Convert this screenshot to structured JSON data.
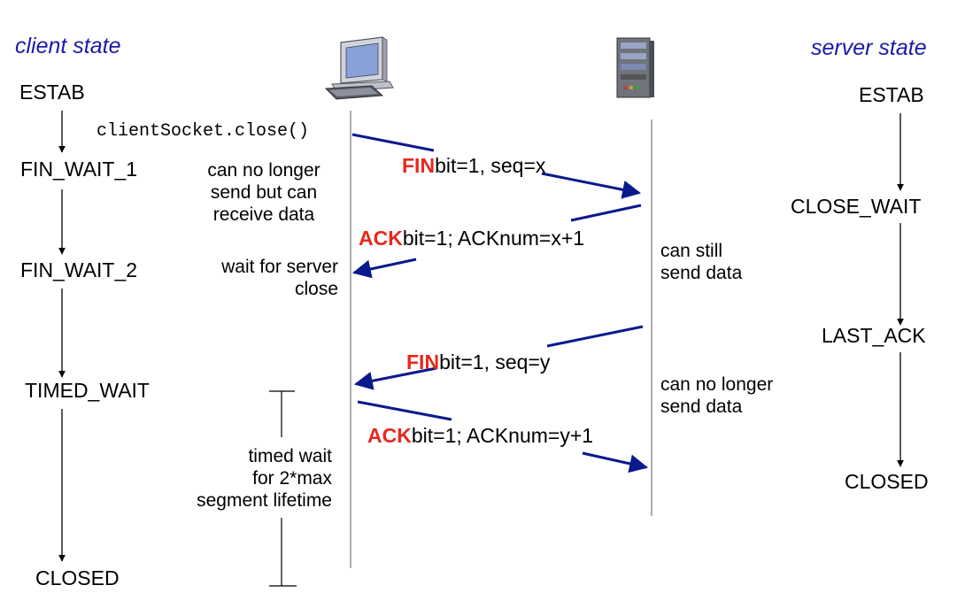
{
  "headers": {
    "client_state": "client state",
    "server_state": "server state"
  },
  "client_states": {
    "s1": "ESTAB",
    "s2": "FIN_WAIT_1",
    "s3": "FIN_WAIT_2",
    "s4": "TIMED_WAIT",
    "s5": "CLOSED"
  },
  "server_states": {
    "s1": "ESTAB",
    "s2": "CLOSE_WAIT",
    "s3": "LAST_ACK",
    "s4": "CLOSED"
  },
  "call": "clientSocket.close()",
  "messages": {
    "fin1": {
      "kw": "FIN",
      "rest": "bit=1, seq=x"
    },
    "ack1": {
      "kw": "ACK",
      "rest": "bit=1; ACKnum=x+1"
    },
    "fin2": {
      "kw": "FIN",
      "rest": "bit=1, seq=y"
    },
    "ack2": {
      "kw": "ACK",
      "rest": "bit=1; ACKnum=y+1"
    }
  },
  "notes": {
    "cannot_send_l1": "can no longer",
    "cannot_send_l2": "send but can",
    "cannot_send_l3": "receive data",
    "wait_l1": "wait for server",
    "wait_l2": "close",
    "still_l1": "can still",
    "still_l2": "send data",
    "nolonger_l1": "can no longer",
    "nolonger_l2": "send data",
    "timed_l1": "timed wait",
    "timed_l2": "for 2*max",
    "timed_l3": "segment lifetime"
  },
  "icons": {
    "client": "desktop-computer-icon",
    "server": "server-tower-icon"
  },
  "colors": {
    "header": "#1a1aa8",
    "keyword": "#e8281e",
    "arrow": "#0a1a8c"
  }
}
